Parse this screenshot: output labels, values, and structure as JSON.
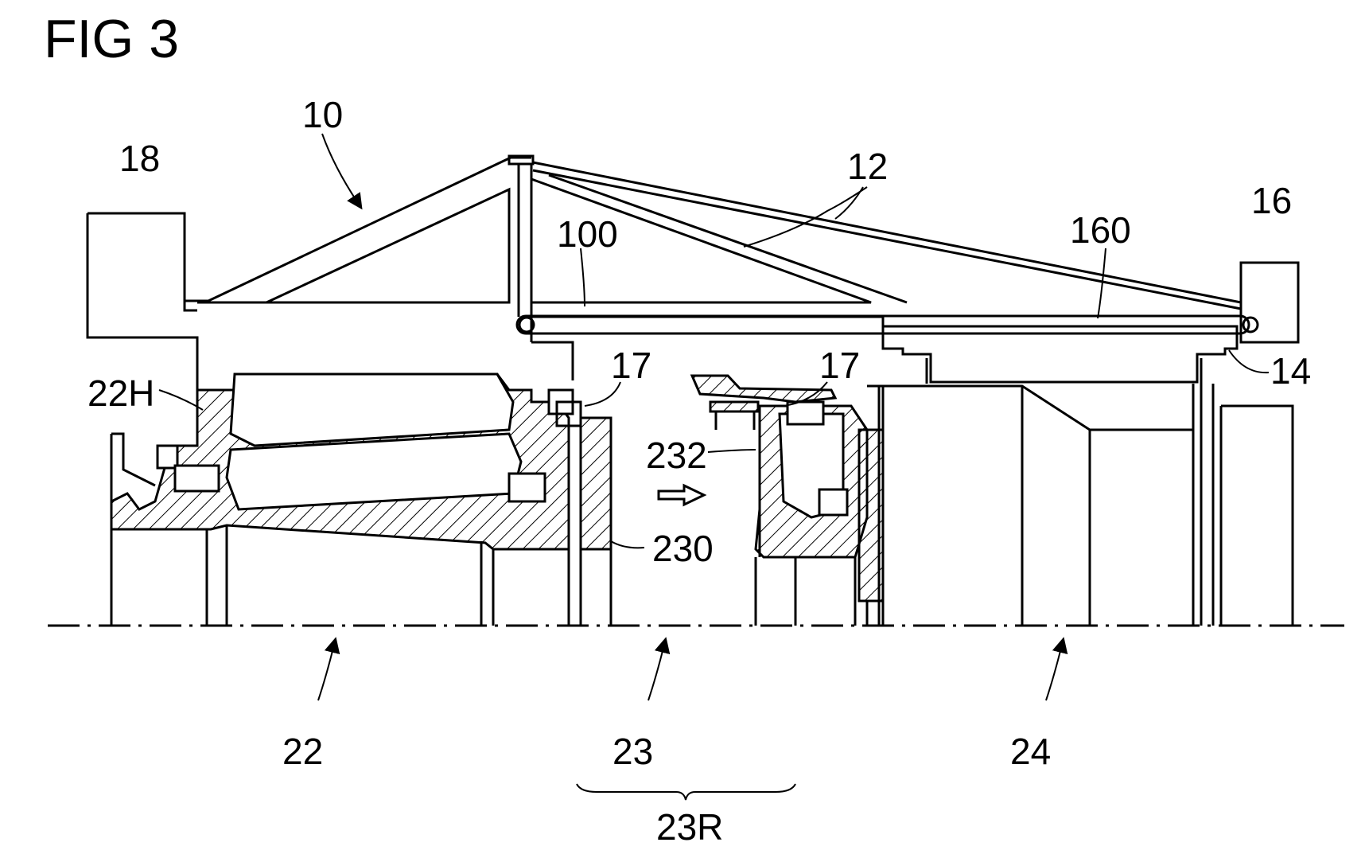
{
  "title": "FIG 3",
  "labels": {
    "l10": "10",
    "l12": "12",
    "l14": "14",
    "l16": "16",
    "l17a": "17",
    "l17b": "17",
    "l18": "18",
    "l22": "22",
    "l22H": "22H",
    "l23": "23",
    "l23R": "23R",
    "l24": "24",
    "l100": "100",
    "l160": "160",
    "l230": "230",
    "l232": "232"
  }
}
